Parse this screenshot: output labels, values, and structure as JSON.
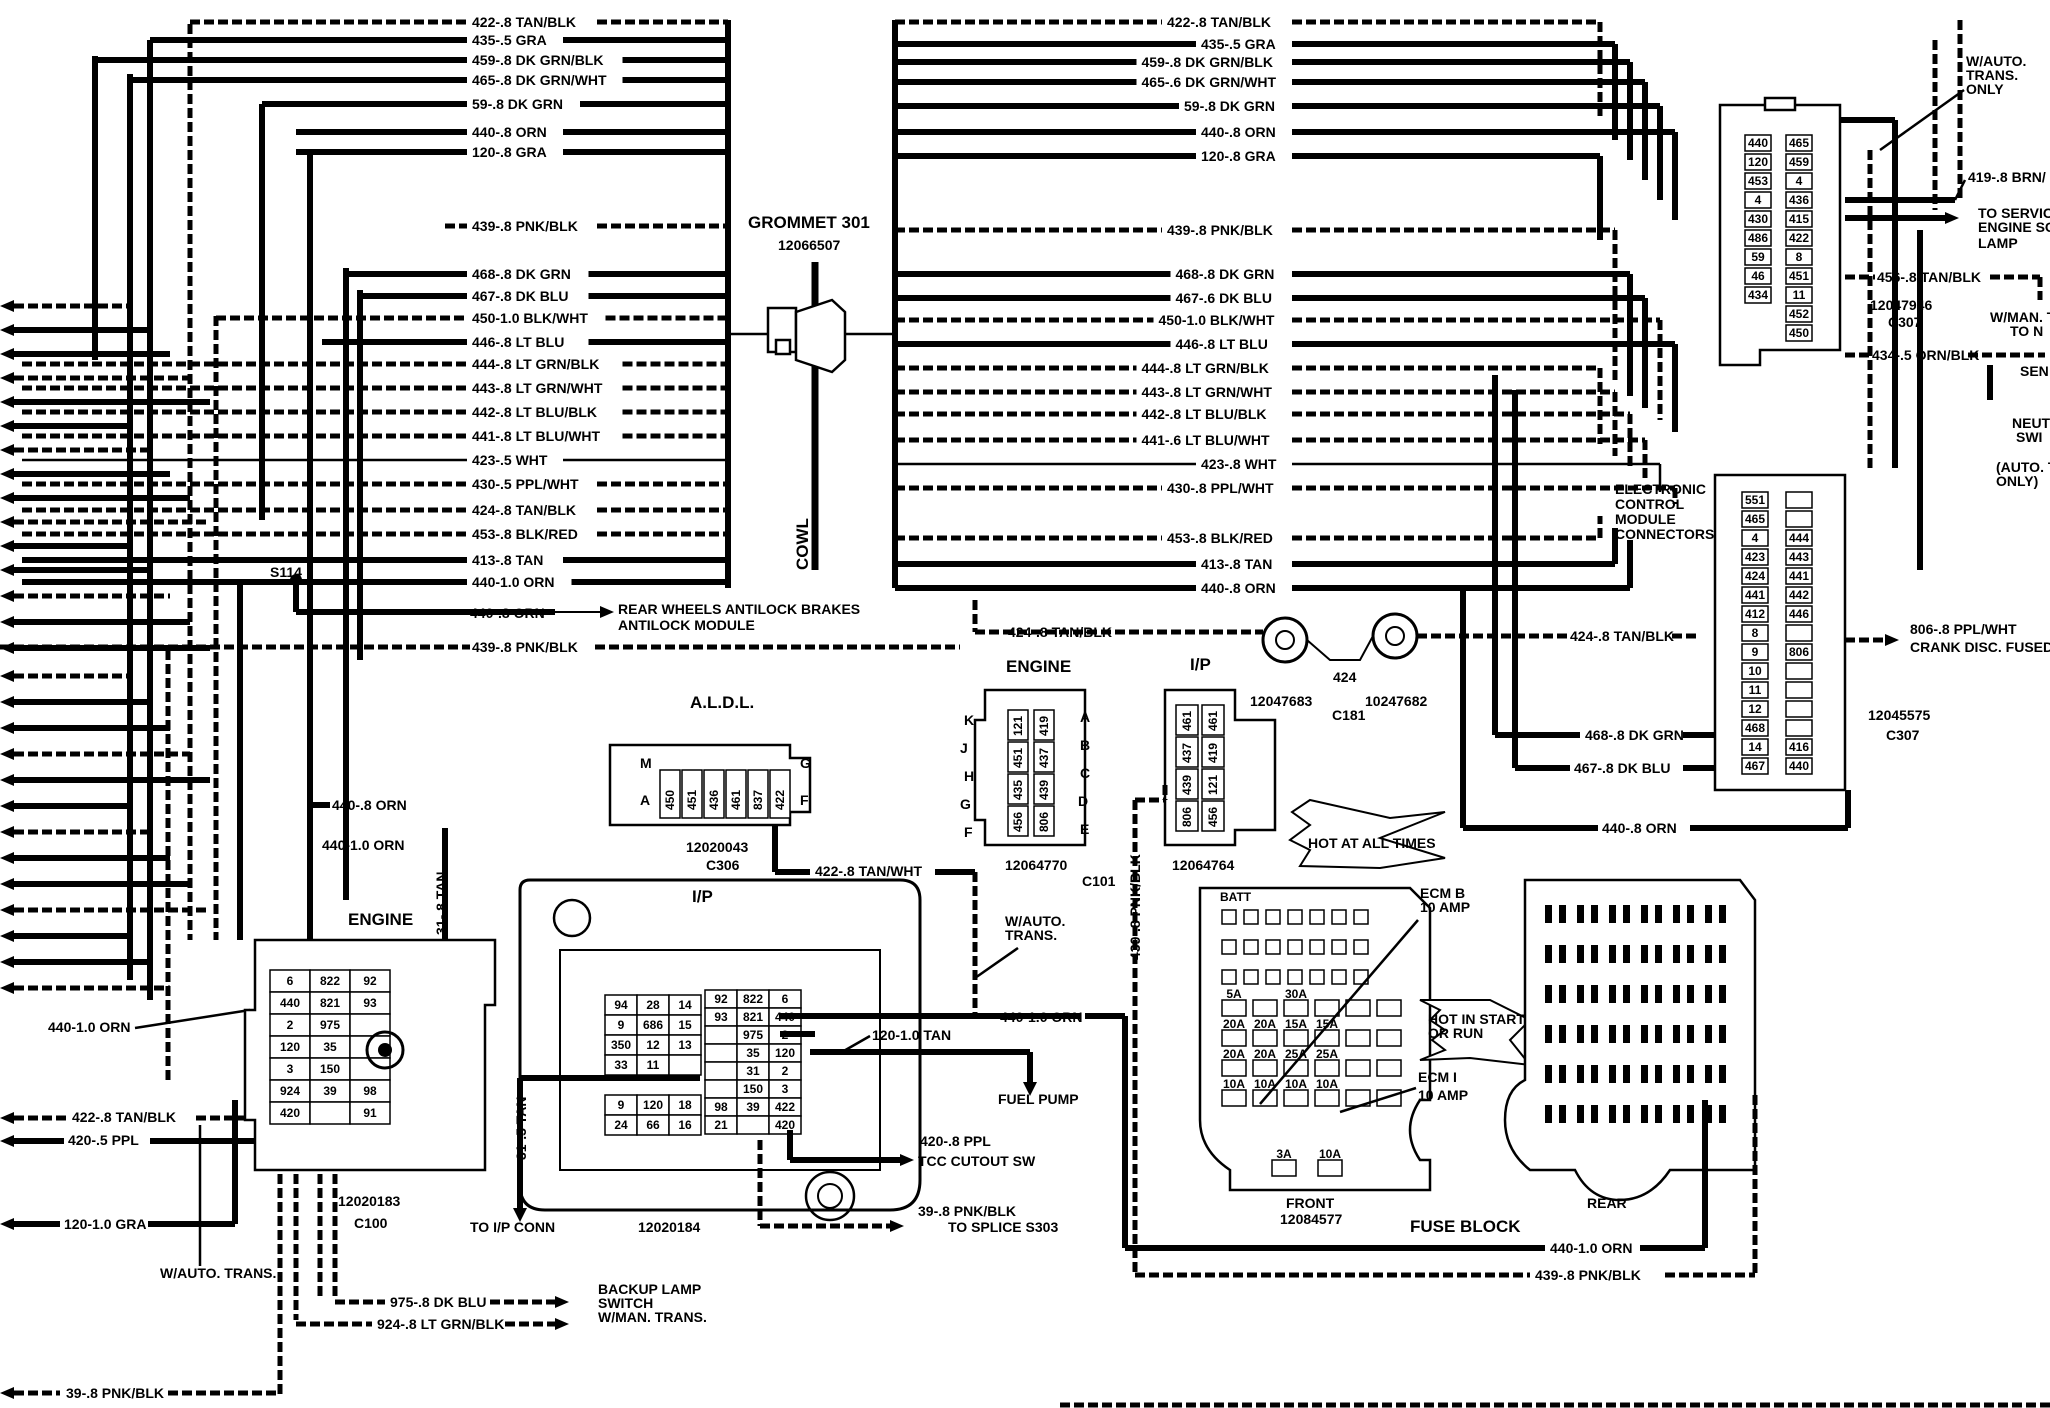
{
  "grommet": {
    "title": "GROMMET 301",
    "part": "12066507",
    "cowl": "COWL"
  },
  "left_wires": [
    {
      "label": "422-.8 TAN/BLK",
      "style": "hatch"
    },
    {
      "label": "435-.5 GRA",
      "style": "solid"
    },
    {
      "label": "459-.8 DK GRN/BLK",
      "style": "solid"
    },
    {
      "label": "465-.8 DK GRN/WHT",
      "style": "solid"
    },
    {
      "label": "59-.8 DK GRN",
      "style": "solid"
    },
    {
      "label": "440-.8 ORN",
      "style": "solid"
    },
    {
      "label": "120-.8 GRA",
      "style": "solid"
    },
    {
      "label": "439-.8 PNK/BLK",
      "style": "hatch"
    },
    {
      "label": "468-.8 DK GRN",
      "style": "solid"
    },
    {
      "label": "467-.8 DK BLU",
      "style": "solid"
    },
    {
      "label": "450-1.0 BLK/WHT",
      "style": "hatch"
    },
    {
      "label": "446-.8 LT BLU",
      "style": "solid"
    },
    {
      "label": "444-.8 LT GRN/BLK",
      "style": "hatch"
    },
    {
      "label": "443-.8 LT GRN/WHT",
      "style": "hatch"
    },
    {
      "label": "442-.8 LT BLU/BLK",
      "style": "hatch"
    },
    {
      "label": "441-.8 LT BLU/WHT",
      "style": "hatch"
    },
    {
      "label": "423-.5 WHT",
      "style": "thin"
    },
    {
      "label": "430-.5 PPL/WHT",
      "style": "hatch"
    },
    {
      "label": "424-.8 TAN/BLK",
      "style": "hatch"
    },
    {
      "label": "453-.8 BLK/RED",
      "style": "hatch"
    },
    {
      "label": "413-.8 TAN",
      "style": "solid"
    },
    {
      "label": "440-1.0 ORN",
      "style": "solid"
    }
  ],
  "right_wires": [
    {
      "label": "422-.8 TAN/BLK",
      "style": "hatch"
    },
    {
      "label": "435-.5 GRA",
      "style": "solid"
    },
    {
      "label": "459-.8 DK GRN/BLK",
      "style": "solid"
    },
    {
      "label": "465-.6 DK GRN/WHT",
      "style": "solid"
    },
    {
      "label": "59-.8 DK GRN",
      "style": "solid"
    },
    {
      "label": "440-.8 ORN",
      "style": "solid"
    },
    {
      "label": "120-.8 GRA",
      "style": "solid"
    },
    {
      "label": "439-.8 PNK/BLK",
      "style": "hatch"
    },
    {
      "label": "468-.8 DK GRN",
      "style": "solid"
    },
    {
      "label": "467-.6 DK BLU",
      "style": "solid"
    },
    {
      "label": "450-1.0 BLK/WHT",
      "style": "hatch"
    },
    {
      "label": "446-.8 LT BLU",
      "style": "solid"
    },
    {
      "label": "444-.8 LT GRN/BLK",
      "style": "hatch"
    },
    {
      "label": "443-.8 LT GRN/WHT",
      "style": "hatch"
    },
    {
      "label": "442-.8 LT BLU/BLK",
      "style": "hatch"
    },
    {
      "label": "441-.6 LT BLU/WHT",
      "style": "hatch"
    },
    {
      "label": "423-.8 WHT",
      "style": "thin"
    },
    {
      "label": "430-.8 PPL/WHT",
      "style": "hatch"
    },
    {
      "label": "453-.8 BLK/RED",
      "style": "hatch"
    },
    {
      "label": "413-.8 TAN",
      "style": "solid"
    },
    {
      "label": "440-.8 ORN",
      "style": "solid"
    }
  ],
  "splice": {
    "label": "S114"
  },
  "left_misc": {
    "rear_abs_wire": "440-.8 ORN",
    "rear_abs_text1": "REAR WHEELS ANTILOCK BRAKES",
    "rear_abs_text2": "ANTILOCK MODULE",
    "pnk_wire": "439-.8 PNK/BLK",
    "orn_08": "440-.8 ORN",
    "orn_10": "440-1.0 ORN",
    "tan_31": "31-.8 TAN",
    "orn_10_left": "440-1.0 ORN",
    "tan_blk_422": "422-.8 TAN/BLK",
    "ppl_420": "420-.5 PPL",
    "gra_120": "120-1.0 GRA",
    "auto_trans": "W/AUTO. TRANS.",
    "dkblu_975": "975-.8 DK BLU",
    "ltgrn_924": "924-.8 LT GRN/BLK",
    "backup1": "BACKUP LAMP",
    "backup2": "SWITCH",
    "backup3": "W/MAN. TRANS.",
    "pnk_39": "39-.8 PNK/BLK"
  },
  "c100": {
    "title": "ENGINE",
    "part": "12020183",
    "name": "C100",
    "rows": [
      [
        "6",
        "822",
        "92"
      ],
      [
        "440",
        "821",
        "93"
      ],
      [
        "2",
        "975",
        ""
      ],
      [
        "120",
        "35",
        ""
      ],
      [
        "3",
        "150",
        ""
      ],
      [
        "924",
        "39",
        "98"
      ],
      [
        "420",
        "",
        "91"
      ]
    ]
  },
  "ip_block": {
    "title": "I/P",
    "part": "12020184",
    "left_grid": [
      [
        "94",
        "28",
        "14"
      ],
      [
        "9",
        "686",
        "15"
      ],
      [
        "350",
        "12",
        "13"
      ],
      [
        "33",
        "11",
        ""
      ]
    ],
    "bottom_grid": [
      [
        "9",
        "120",
        "18"
      ],
      [
        "24",
        "66",
        "16"
      ]
    ],
    "right_grid": [
      [
        "92",
        "822",
        "6"
      ],
      [
        "93",
        "821",
        "440"
      ],
      [
        "",
        "975",
        "2"
      ],
      [
        "",
        "35",
        "120"
      ],
      [
        "",
        "31",
        "2"
      ],
      [
        "",
        "150",
        "3"
      ],
      [
        "98",
        "39",
        "422"
      ],
      [
        "21",
        "",
        "420"
      ]
    ],
    "tan_120": "120-1.0 TAN",
    "fuel_pump": "FUEL PUMP",
    "ppl_420": "420-.8 PPL",
    "tcc": "TCC CUTOUT SW",
    "pnk_39": "39-.8 PNK/BLK",
    "to_splice": "TO SPLICE S303",
    "tan_31": "31-.5 TAN",
    "to_ip": "TO I/P CONN"
  },
  "aldl": {
    "title": "A.L.D.L.",
    "part": "12020043",
    "name": "C306",
    "pins": [
      "450",
      "451",
      "436",
      "461",
      "837",
      "422"
    ],
    "letters_left": [
      "M",
      "A"
    ],
    "letters_right": [
      "G",
      "F"
    ],
    "wire": "422-.8 TAN/WHT",
    "auto1": "W/AUTO.",
    "auto2": "TRANS."
  },
  "c101_engine": {
    "title": "ENGINE",
    "part": "12064770",
    "left_pins": [
      "121",
      "451",
      "435",
      "456"
    ],
    "right_pins": [
      "419",
      "437",
      "439",
      "806"
    ],
    "letters_left": [
      "K",
      "J",
      "H",
      "G",
      "F"
    ],
    "letters_right": [
      "A",
      "B",
      "C",
      "D",
      "E"
    ],
    "name": "C101"
  },
  "c101_ip": {
    "title": "I/P",
    "part": "12064764",
    "left_pins": [
      "461",
      "437",
      "439",
      "806"
    ],
    "right_pins": [
      "461",
      "419",
      "121",
      "456"
    ]
  },
  "c181": {
    "part_left": "12047683",
    "part_right": "10247682",
    "wire": "424",
    "name": "C181",
    "tan": "424-.8 TAN/BLK"
  },
  "ecm": {
    "text1": "ELECTRONIC",
    "text2": "CONTROL",
    "text3": "MODULE",
    "text4": "CONNECTORS",
    "c307a_part": "12047946",
    "c307a_name": "C307",
    "c307a_left": [
      "440",
      "120",
      "453",
      "4",
      "430",
      "486",
      "59",
      "46",
      "434"
    ],
    "c307a_right": [
      "465",
      "459",
      "4",
      "436",
      "415",
      "422",
      "8",
      "451",
      "11",
      "452",
      "450"
    ],
    "c307b_part": "12045575",
    "c307b_name": "C307",
    "c307b_left": [
      "551",
      "465",
      "4",
      "423",
      "424",
      "441",
      "412",
      "",
      "",
      "",
      "",
      "",
      "468",
      "",
      "467"
    ],
    "c307b_right": [
      "",
      "",
      "444",
      "443",
      "441",
      "442",
      "446",
      "",
      "806",
      "",
      "",
      "",
      "",
      "416",
      "440"
    ]
  },
  "right_misc": {
    "auto_only1": "W/AUTO.",
    "auto_only2": "TRANS.",
    "auto_only3": "ONLY",
    "brn_419": "419-.8 BRN/",
    "service1": "TO SERVIC",
    "service2": "ENGINE SO",
    "service3": "LAMP",
    "tan_456": "456-.8 TAN/BLK",
    "man_trans1": "W/MAN. T",
    "man_trans2": "TO N",
    "orn_434": "434-.5 ORN/BLK",
    "sen1": "SEN",
    "sen2": "NEUT",
    "sen3": "SWI",
    "auto_t1": "(AUTO. T",
    "auto_t2": "ONLY)",
    "ppl_806": "806-.8 PPL/WHT",
    "crank": "CRANK DISC. FUSED",
    "dkgrn_468": "468-.8 DK GRN",
    "dkblu_467": "467-.8 DK BLU",
    "orn_440": "440-.8 ORN",
    "tan_424": "424-.8 TAN/BLK"
  },
  "fuse_block": {
    "title": "FUSE BLOCK",
    "front": "FRONT",
    "front_part": "12084577",
    "rear": "REAR",
    "hot_all": "HOT AT ALL TIMES",
    "ecm_b1": "ECM B",
    "ecm_b2": "10 AMP",
    "hot_start1": "HOT IN START",
    "hot_start2": "OR RUN",
    "ecm_i1": "ECM I",
    "ecm_i2": "10 AMP",
    "batt": "BATT",
    "fuses_row1": [
      "5A",
      "",
      "30A"
    ],
    "fuses_row2": [
      "20A",
      "20A",
      "15A",
      "15A"
    ],
    "fuses_row3": [
      "20A",
      "20A",
      "25A",
      "25A"
    ],
    "fuses_row4": [
      "10A",
      "10A",
      "10A",
      "10A"
    ],
    "fuses_row5": [
      "3A",
      "10A"
    ],
    "orn_440": "440-1.0 ORN",
    "pnk_439": "439-.8 PNK/BLK",
    "orn_440_ip": "440-1.0 ORN",
    "pnk_439_v": "439-.8 PNK/BLK"
  },
  "colors": {
    "ink": "#000000",
    "paper": "#ffffff"
  }
}
